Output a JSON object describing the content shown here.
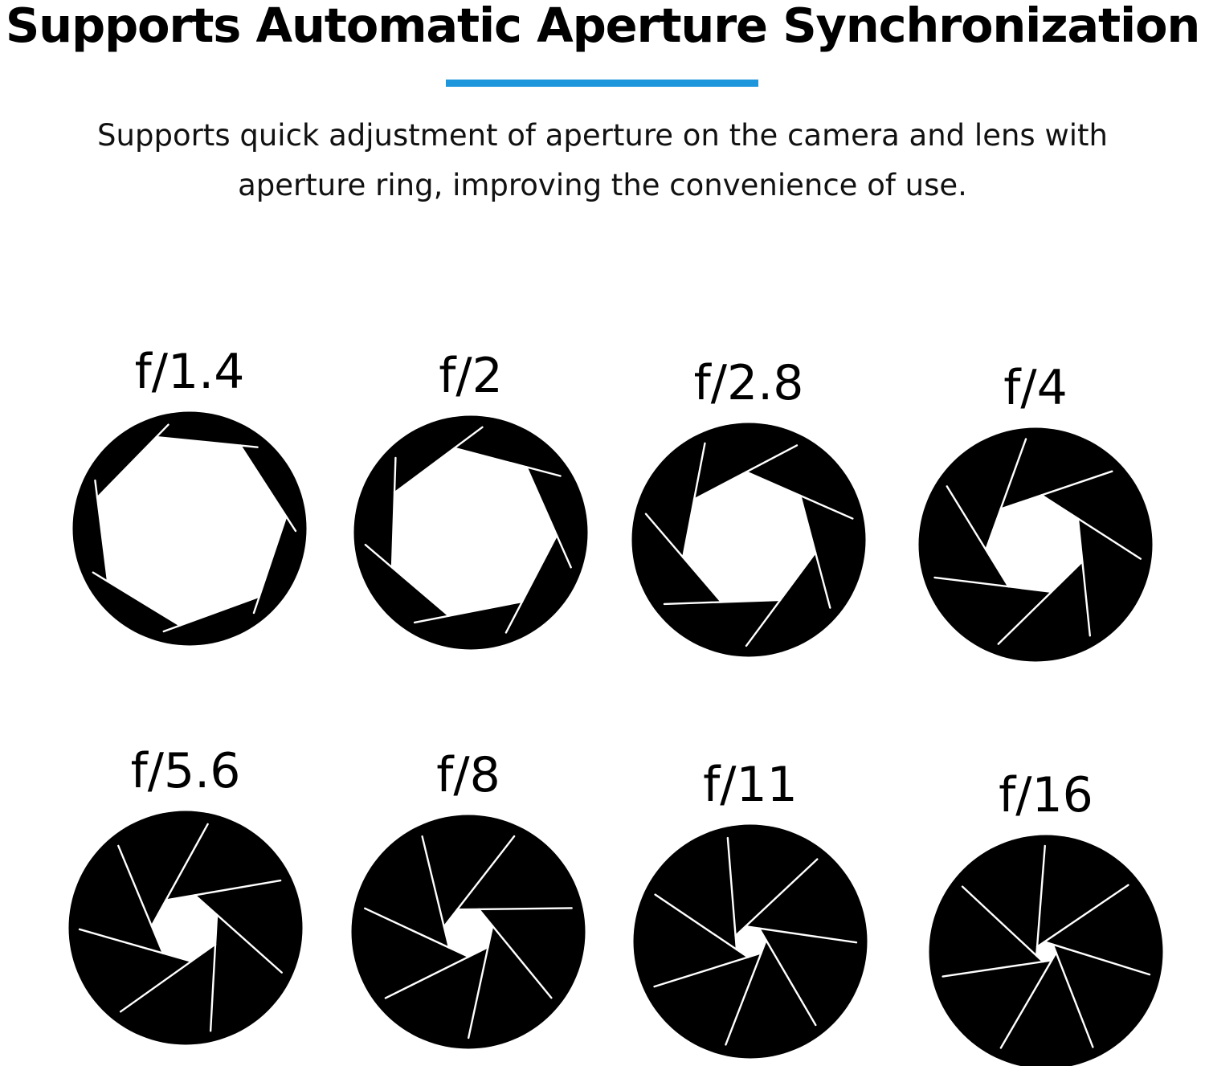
{
  "title": "Supports Automatic Aperture Synchronization",
  "subtitle": "Supports quick adjustment of aperture on the camera and lens with aperture ring, improving the convenience of use.",
  "colors": {
    "accent": "#1e96dc",
    "iris": "#000000",
    "opening": "#ffffff"
  },
  "apertures": [
    {
      "label": "f/1.4",
      "opening": 0.86
    },
    {
      "label": "f/2",
      "opening": 0.76
    },
    {
      "label": "f/2.8",
      "opening": 0.6
    },
    {
      "label": "f/4",
      "opening": 0.44
    },
    {
      "label": "f/5.6",
      "opening": 0.3
    },
    {
      "label": "f/8",
      "opening": 0.22
    },
    {
      "label": "f/11",
      "opening": 0.14
    },
    {
      "label": "f/16",
      "opening": 0.09
    }
  ]
}
